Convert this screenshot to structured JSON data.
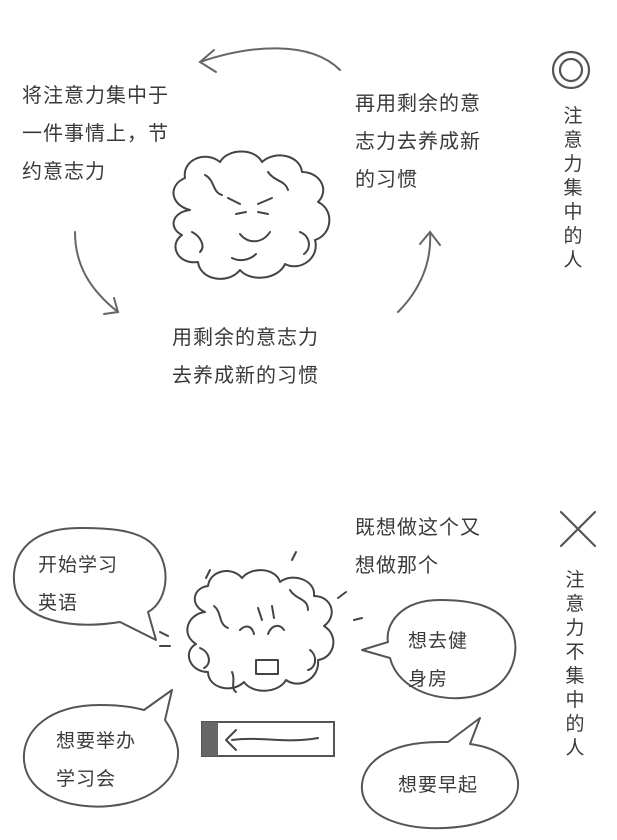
{
  "top": {
    "legend_label": "注意力集中的人",
    "text_left": [
      "将注意力集中于",
      "一件事情上，节",
      "约意志力"
    ],
    "text_right": [
      "再用剩余的意",
      "志力去养成新",
      "的习惯"
    ],
    "text_bottom": [
      "用剩余的意志力",
      "去养成新的习惯"
    ]
  },
  "bottom": {
    "legend_label": "注意力不集中的人",
    "text_top_right": [
      "既想做这个又",
      "想做那个"
    ],
    "bubbles": {
      "english": [
        "开始学习",
        "英语"
      ],
      "gym": [
        "想去健",
        "身房"
      ],
      "study_group": [
        "想要举办",
        "学习会"
      ],
      "early_rise": [
        "想要早起"
      ]
    }
  },
  "colors": {
    "line": "#555555",
    "text": "#3a3a3a",
    "battery_fill": "#666666"
  }
}
